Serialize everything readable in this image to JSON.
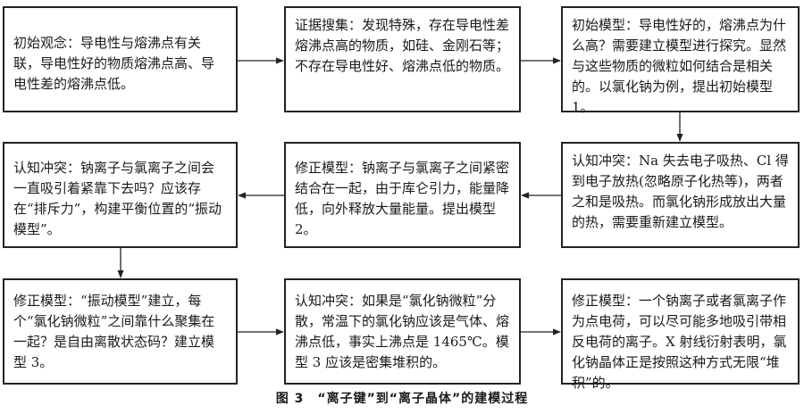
{
  "boxes": [
    {
      "id": "b1",
      "text": "初始观念：导电性与熔沸点有关联，导电性好的物质熔沸点高、导电性差的熔沸点低。"
    },
    {
      "id": "b2",
      "text": "证据搜集：发现特殊，存在导电性差熔沸点高的物质，如硅、金刚石等；不存在导电性好、熔沸点低的物质。"
    },
    {
      "id": "b3",
      "text": "初始模型：导电性好的，熔沸点为什么高？需要建立模型进行探究。显然与这些物质的微粒如何结合是相关的。以氯化钠为例，提出初始模型 1。"
    },
    {
      "id": "b4",
      "text": "认知冲突：钠离子与氯离子之间会一直吸引着紧靠下去吗？应该存在“排斥力”，构建平衡位置的“振动模型”。"
    },
    {
      "id": "b5",
      "text": "修正模型：钠离子与氯离子之间紧密结合在一起，由于库仑引力，能量降低，向外释放大量能量。提出模型 2。"
    },
    {
      "id": "b6",
      "text": "认知冲突：Na 失去电子吸热、Cl 得到电子放热(忽略原子化热等)，两者之和是吸热。而氯化钠形成放出大量的热，需要重新建立模型。"
    },
    {
      "id": "b7",
      "text": "修正模型：“振动模型”建立，每个“氯化钠微粒”之间靠什么聚集在一起？是自由离散状态码？建立模型 3。"
    },
    {
      "id": "b8",
      "text": "认知冲突：如果是“氯化钠微粒”分散，常温下的氯化钠应该是气体、熔沸点低，事实上沸点是 1465℃。模型 3 应该是密集堆积的。"
    },
    {
      "id": "b9",
      "text": "修正模型：一个钠离子或者氯离子作为点电荷，可以尽可能多地吸引带相反电荷的离子。X 射线衍射表明，氯化钠晶体正是按照这种方式无限“堆积”的。"
    }
  ],
  "caption": "图 3　“离子键”到“离子晶体”的建模过程"
}
